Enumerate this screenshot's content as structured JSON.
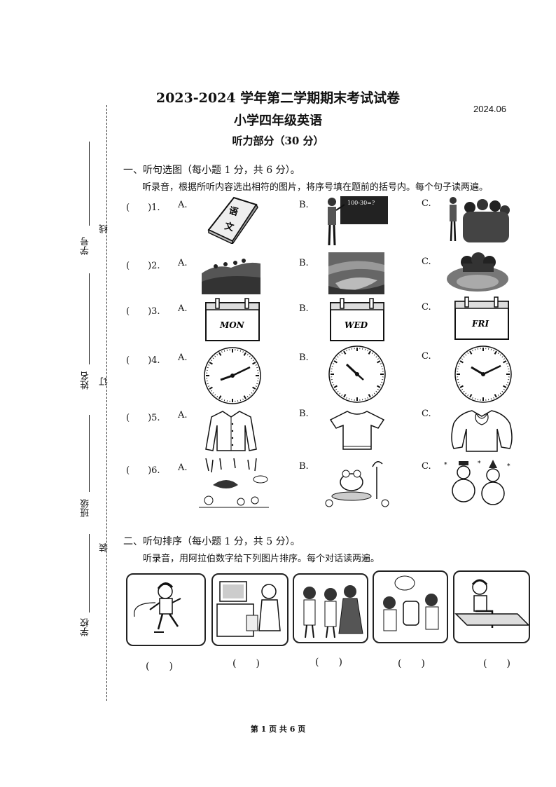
{
  "header": {
    "title": "2023-2024 学年第二学期期末考试试卷",
    "subtitle": "小学四年级英语",
    "part": "听力部分（30 分）",
    "date": "2024.06"
  },
  "sidebar": {
    "student_no": "学号",
    "name": "姓名",
    "class": "班级",
    "school": "学校",
    "line": "线",
    "ding": "订",
    "zhuang": "装"
  },
  "section1": {
    "heading": "一、听句选图（每小题 1 分，共 6 分）。",
    "instruction": "听录音，根据所听内容选出相符的图片，将序号填在题前的括号内。每个句子读两遍。",
    "questions": [
      {
        "label": "(　　)1.",
        "options": [
          "A.",
          "B.",
          "C."
        ]
      },
      {
        "label": "(　　)2.",
        "options": [
          "A.",
          "B.",
          "C."
        ]
      },
      {
        "label": "(　　)3.",
        "options": [
          "A.",
          "B.",
          "C."
        ]
      },
      {
        "label": "(　　)4.",
        "options": [
          "A.",
          "B.",
          "C."
        ]
      },
      {
        "label": "(　　)5.",
        "options": [
          "A.",
          "B.",
          "C."
        ]
      },
      {
        "label": "(　　)6.",
        "options": [
          "A.",
          "B.",
          "C."
        ]
      }
    ],
    "book_text": [
      "语",
      "文"
    ],
    "board_text": "100-30=?",
    "calendar_days": [
      "MON",
      "WED",
      "FRI"
    ]
  },
  "section2": {
    "heading": "二、听句排序（每小题 1 分，共 5 分）。",
    "instruction": "听录音，用阿拉伯数字给下列图片排序。每个对话读两遍。",
    "parens": [
      "(　　)",
      "(　　)",
      "(　　)",
      "(　　)",
      "(　　)"
    ]
  },
  "footer": {
    "page": "第 1 页 共 6 页"
  }
}
